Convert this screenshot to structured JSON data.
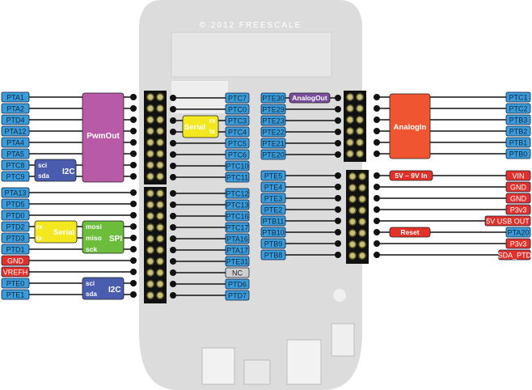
{
  "board": {
    "silkscreen_text": "© 2012 FREESCALE"
  },
  "colors": {
    "pin": "#3b9bd8",
    "power": "#e3312a",
    "nc": "#cfcfcf",
    "pwm": "#b95aa6",
    "analogin": "#ee5530",
    "analogout": "#7a4c9e",
    "serial": "#f3e820",
    "spi": "#6cbd3c",
    "i2c": "#4a5cae",
    "wire": "#111111"
  },
  "left_pins": [
    {
      "label": "PTA1",
      "type": "pin"
    },
    {
      "label": "PTA2",
      "type": "pin"
    },
    {
      "label": "PTD4",
      "type": "pin"
    },
    {
      "label": "PTA12",
      "type": "pin"
    },
    {
      "label": "PTA4",
      "type": "pin"
    },
    {
      "label": "PTA5",
      "type": "pin"
    },
    {
      "label": "PTC8",
      "type": "pin"
    },
    {
      "label": "PTC9",
      "type": "pin"
    },
    {
      "label": "PTA13",
      "type": "pin"
    },
    {
      "label": "PTD5",
      "type": "pin"
    },
    {
      "label": "PTD0",
      "type": "pin"
    },
    {
      "label": "PTD2",
      "type": "pin"
    },
    {
      "label": "PTD3",
      "type": "pin"
    },
    {
      "label": "PTD1",
      "type": "pin"
    },
    {
      "label": "GND",
      "type": "power"
    },
    {
      "label": "VREFH",
      "type": "power"
    },
    {
      "label": "PTE0",
      "type": "pin"
    },
    {
      "label": "PTE1",
      "type": "pin"
    }
  ],
  "inner_left_pins": [
    {
      "label": "PTC7",
      "type": "pin"
    },
    {
      "label": "PTC0",
      "type": "pin"
    },
    {
      "label": "PTC3",
      "type": "pin"
    },
    {
      "label": "PTC4",
      "type": "pin"
    },
    {
      "label": "PTC5",
      "type": "pin"
    },
    {
      "label": "PTC6",
      "type": "pin"
    },
    {
      "label": "PTC10",
      "type": "pin"
    },
    {
      "label": "PTC11",
      "type": "pin"
    },
    {
      "label": "PTC12",
      "type": "pin"
    },
    {
      "label": "PTC13",
      "type": "pin"
    },
    {
      "label": "PTC16",
      "type": "pin"
    },
    {
      "label": "PTC17",
      "type": "pin"
    },
    {
      "label": "PTA16",
      "type": "pin"
    },
    {
      "label": "PTA17",
      "type": "pin"
    },
    {
      "label": "PTE31",
      "type": "pin"
    },
    {
      "label": "NC",
      "type": "nc"
    },
    {
      "label": "PTD6",
      "type": "pin"
    },
    {
      "label": "PTD7",
      "type": "pin"
    }
  ],
  "inner_right_pins": [
    {
      "label": "PTE30",
      "type": "pin"
    },
    {
      "label": "PTE29",
      "type": "pin"
    },
    {
      "label": "PTE23",
      "type": "pin"
    },
    {
      "label": "PTE22",
      "type": "pin"
    },
    {
      "label": "PTE21",
      "type": "pin"
    },
    {
      "label": "PTE20",
      "type": "pin"
    },
    {
      "label": "PTE5",
      "type": "pin"
    },
    {
      "label": "PTE4",
      "type": "pin"
    },
    {
      "label": "PTE3",
      "type": "pin"
    },
    {
      "label": "PTE2",
      "type": "pin"
    },
    {
      "label": "PTB11",
      "type": "pin"
    },
    {
      "label": "PTB10",
      "type": "pin"
    },
    {
      "label": "PTB9",
      "type": "pin"
    },
    {
      "label": "PTB8",
      "type": "pin"
    }
  ],
  "right_pins": [
    {
      "label": "PTC1",
      "type": "pin"
    },
    {
      "label": "PTC2",
      "type": "pin"
    },
    {
      "label": "PTB3",
      "type": "pin"
    },
    {
      "label": "PTB2",
      "type": "pin"
    },
    {
      "label": "PTB1",
      "type": "pin"
    },
    {
      "label": "PTB0",
      "type": "pin"
    },
    {
      "label": "VIN",
      "type": "power"
    },
    {
      "label": "GND",
      "type": "power"
    },
    {
      "label": "GND",
      "type": "power"
    },
    {
      "label": "P3v3",
      "type": "power"
    },
    {
      "label": "5V USB OUT",
      "type": "power"
    },
    {
      "label": "PTA20",
      "type": "pin"
    },
    {
      "label": "P3v3",
      "type": "power"
    },
    {
      "label": "SDA_PTD",
      "type": "power"
    }
  ],
  "functions": {
    "pwm": {
      "label": "PwmOut"
    },
    "i2c_top": {
      "label": "I2C",
      "sci": "sci",
      "sda": "sda"
    },
    "serial_left": {
      "label": "Serial",
      "rx": "rx",
      "tx": "tx"
    },
    "spi": {
      "label": "SPI",
      "mosi": "mosi",
      "miso": "miso",
      "sck": "sck"
    },
    "i2c_bottom": {
      "label": "I2C",
      "sci": "sci",
      "sda": "sda"
    },
    "serial_mid": {
      "label": "Serial",
      "rx": "rx",
      "tx": "tx"
    },
    "analogout": {
      "label": "AnalogOut"
    },
    "analogin": {
      "label": "AnalogIn"
    },
    "vin_range": {
      "label": "5V – 9V In"
    },
    "reset": {
      "label": "Reset"
    }
  }
}
